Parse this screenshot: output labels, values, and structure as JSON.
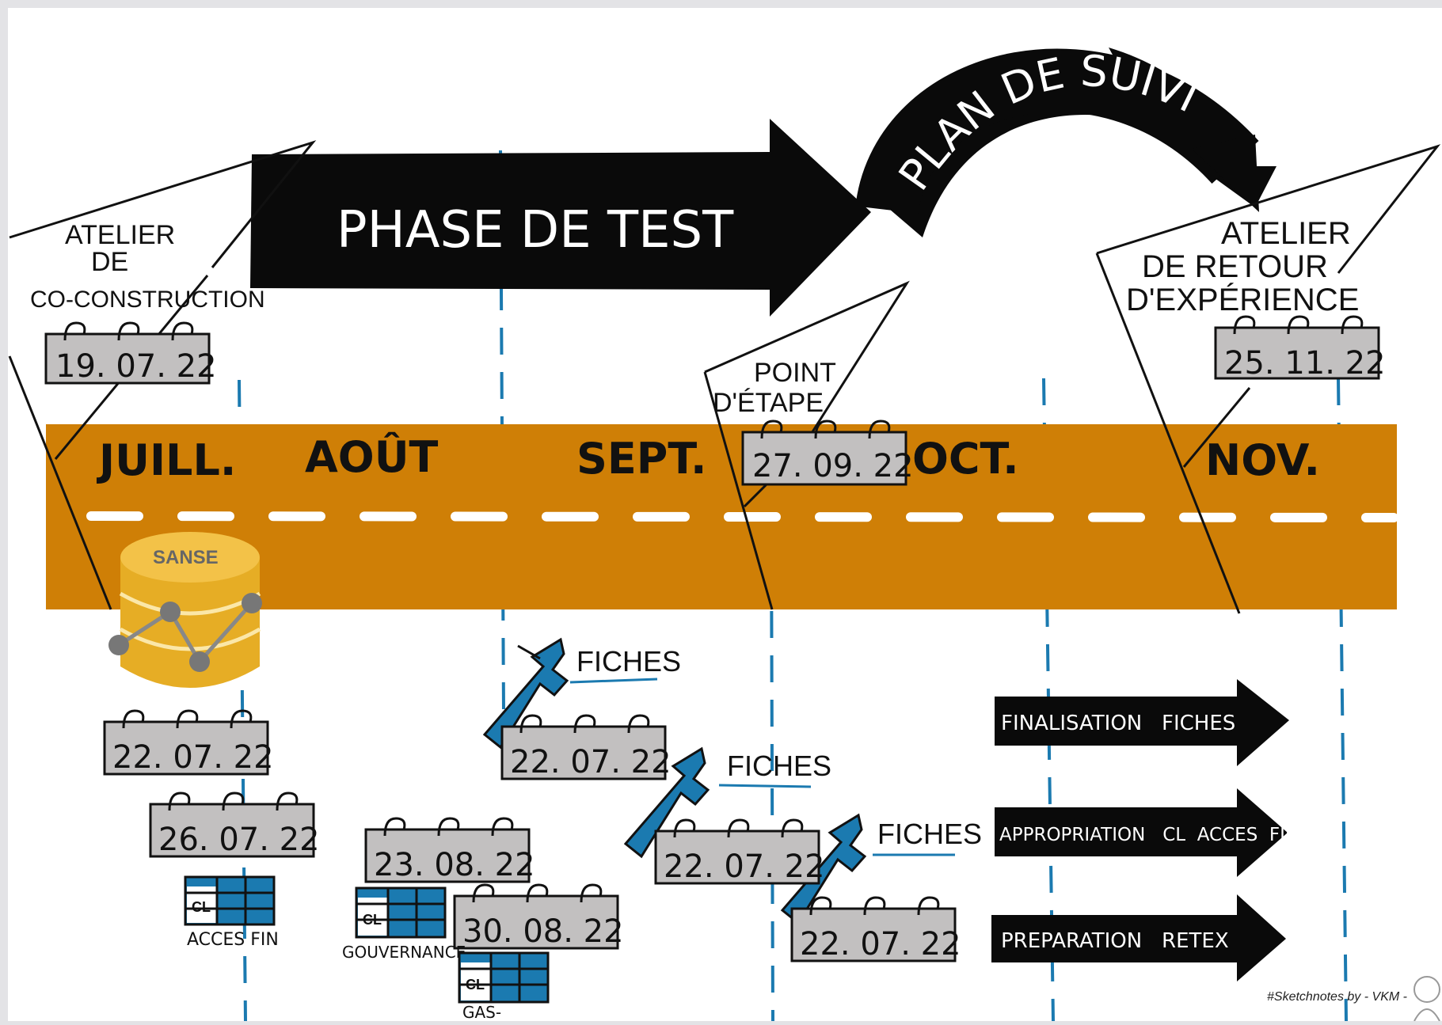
{
  "phase_label": "PHASE DE TEST",
  "plan_label": "PLAN DE SUIVI",
  "months": [
    "JUILL.",
    "AOÛT",
    "SEPT.",
    "OCT.",
    "NOV."
  ],
  "milestones": {
    "atelier_coconstruction": {
      "lines": [
        "ATELIER",
        "DE",
        "CO-CONSTRUCTION"
      ],
      "date": "19. 07. 22"
    },
    "point_etape": {
      "lines": [
        "POINT",
        "D'ÉTAPE"
      ],
      "date": "27. 09. 22"
    },
    "atelier_retour": {
      "lines": [
        "ATELIER",
        "DE RETOUR",
        "D'EXPÉRIENCE"
      ],
      "date": "25. 11. 22"
    }
  },
  "database": {
    "label": "SANSE"
  },
  "calendars": {
    "c1": "22. 07. 22",
    "c2": "26. 07. 22",
    "c3": "23. 08. 22",
    "c4": "30. 08. 22",
    "c5": "22. 07. 22",
    "c6": "22. 07. 22",
    "c7": "22. 07. 22"
  },
  "tables": {
    "acces_fin": {
      "cl": "CL",
      "caption": "ACCES FIN"
    },
    "gouvernance": {
      "cl": "CL",
      "caption": "GOUVERNANCE"
    },
    "gas": {
      "cl": "CL",
      "caption": "GAS-"
    }
  },
  "fiches_label": "FICHES",
  "actions": [
    "FINALISATION   FICHES",
    "APPROPRIATION   CL  ACCES  FIN.",
    "PREPARATION   RETEX"
  ],
  "credit": "#Sketchnotes by - VKM -",
  "colors": {
    "road": "#cf7f06",
    "accent_blue": "#1b7ab0",
    "calendar_fill": "#c2c0c0",
    "database_gold": "#e6ad25",
    "ink": "#111111"
  }
}
